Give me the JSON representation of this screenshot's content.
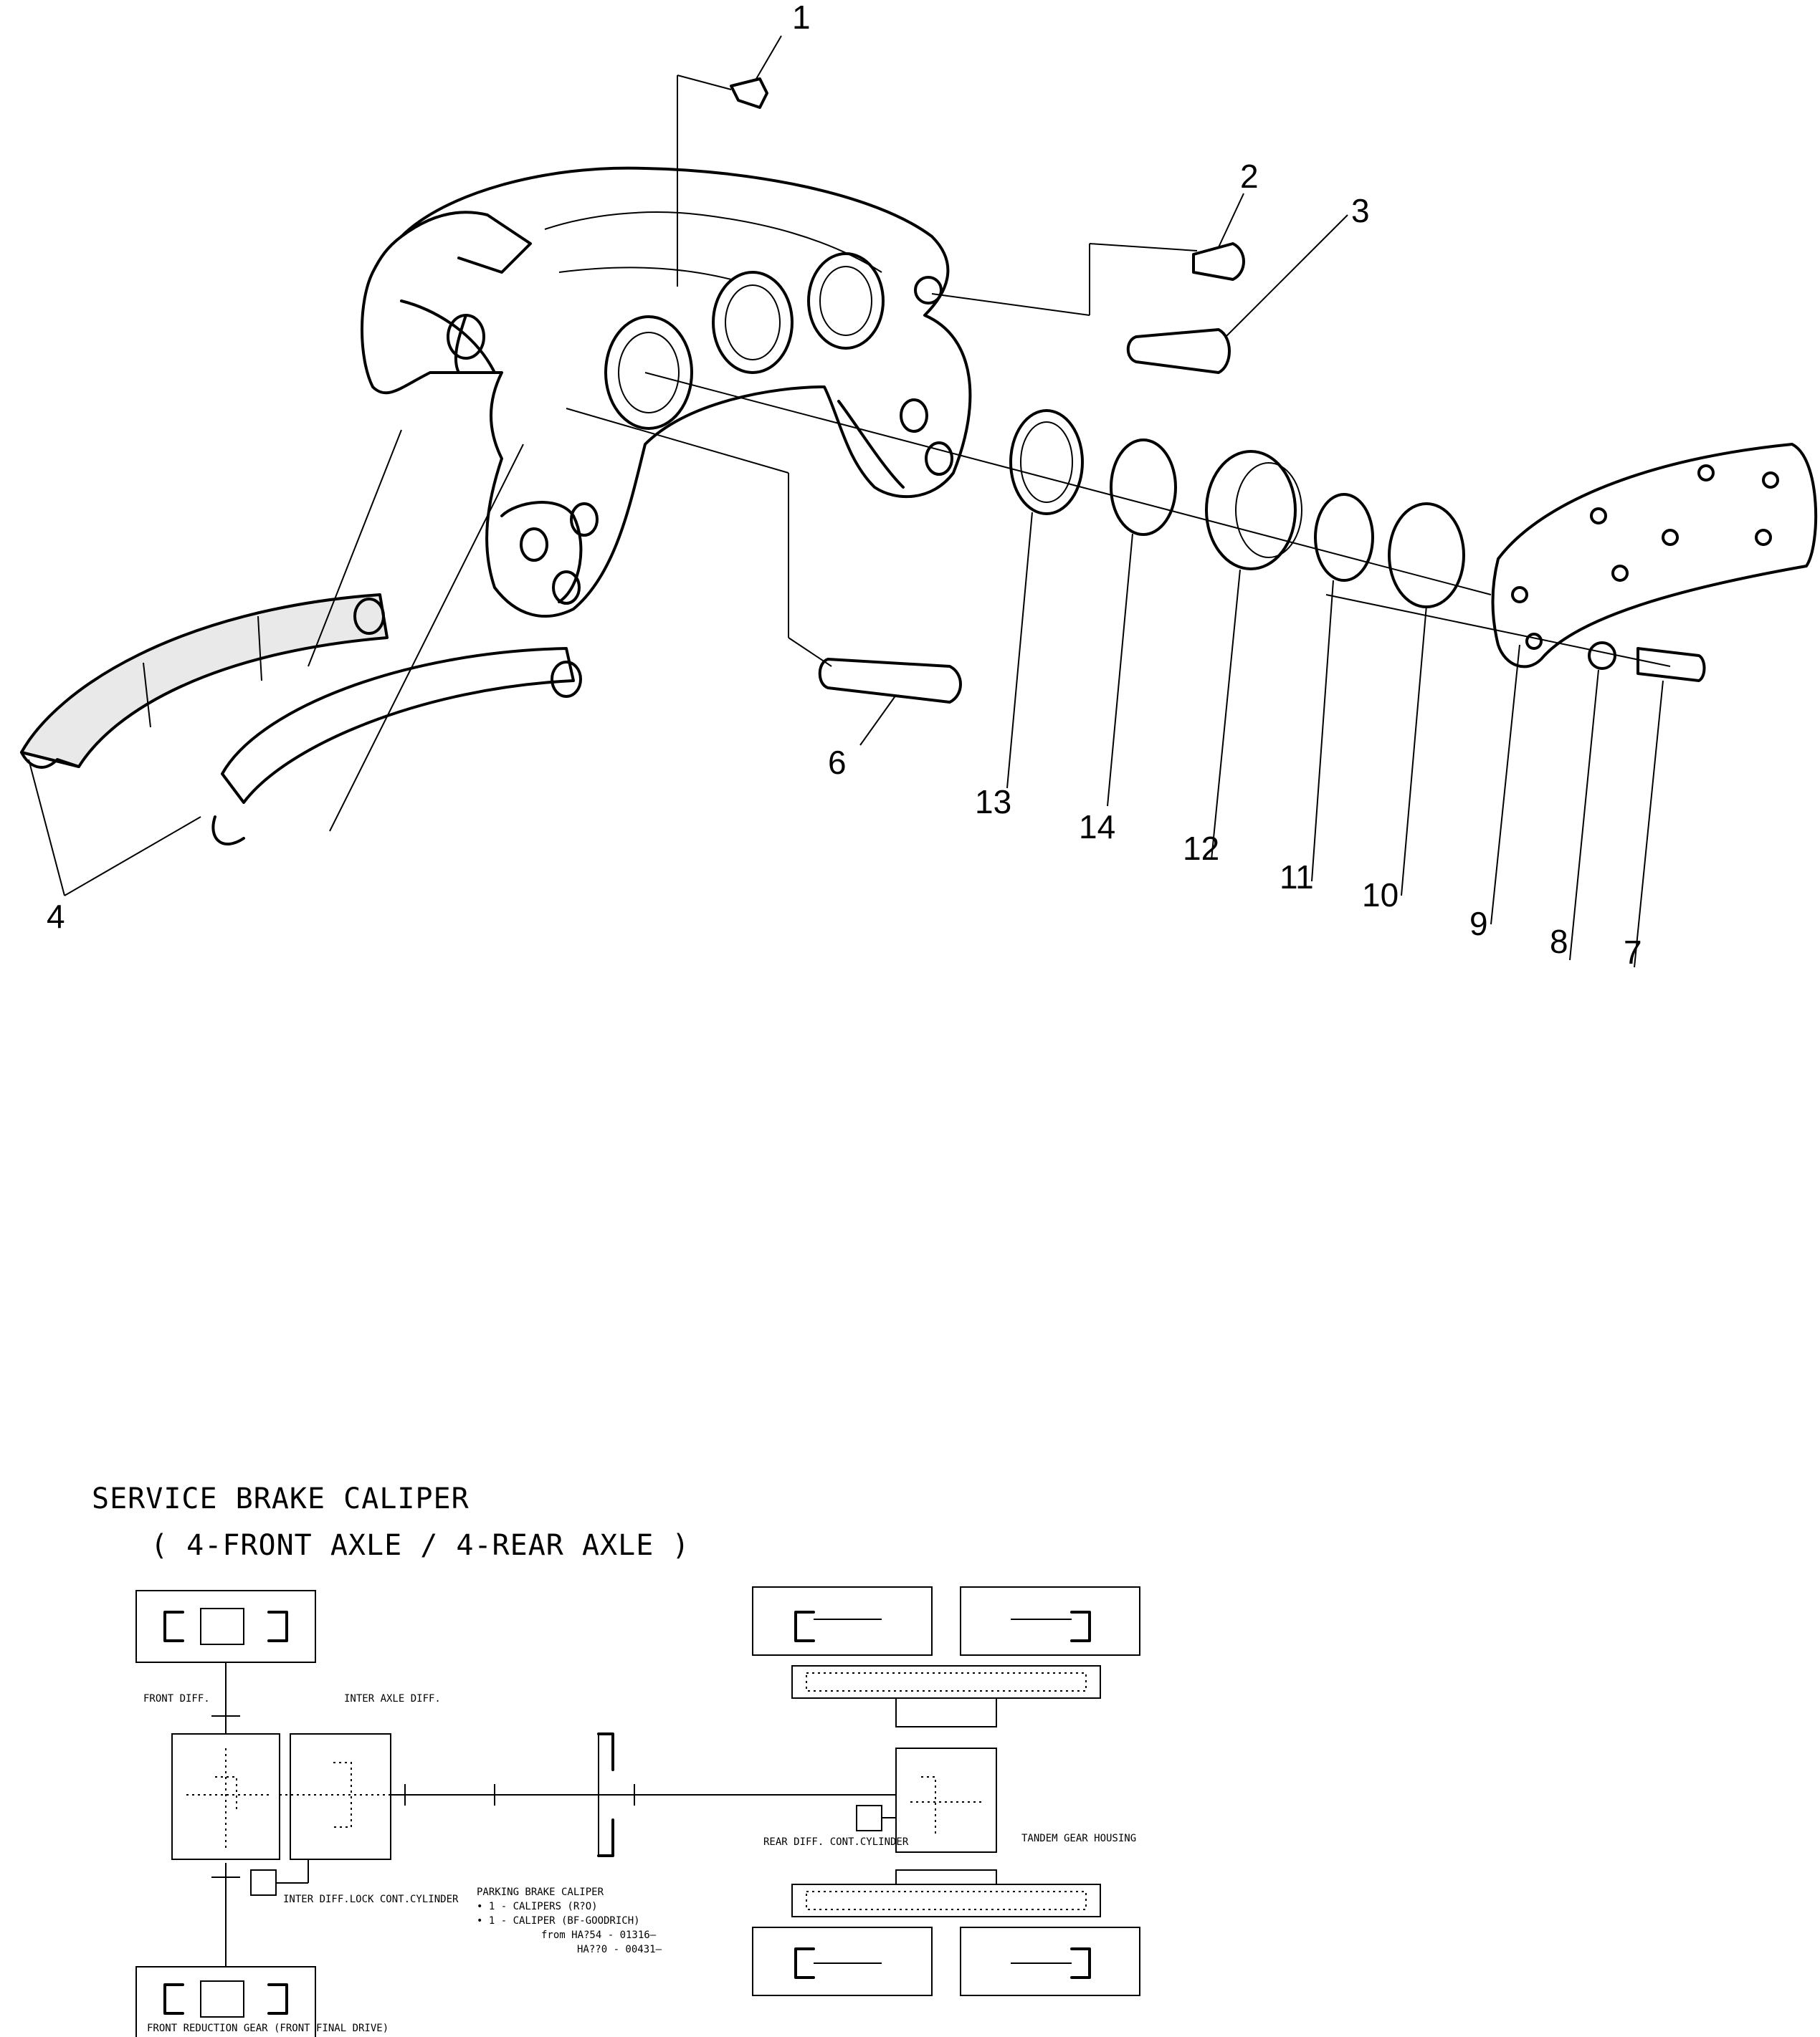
{
  "diagram": {
    "title_line1": "SERVICE BRAKE CALIPER",
    "title_line2": "( 4-FRONT AXLE / 4-REAR AXLE )",
    "callouts": [
      "1",
      "2",
      "3",
      "4",
      "6",
      "7",
      "8",
      "9",
      "10",
      "11",
      "12",
      "13",
      "14"
    ],
    "schematic_labels": {
      "front_diff": "FRONT DIFF.",
      "inter_axle_diff": "INTER AXLE DIFF.",
      "inter_diff_lock": "INTER DIFF.LOCK CONT.CYLINDER",
      "front_reduction_gear": "FRONT REDUCTION GEAR (FRONT FINAL DRIVE)",
      "parking_brake_caliper": "PARKING BRAKE CALIPER",
      "parking_line1": "• 1 - CALIPERS (R?O)",
      "parking_line2": "• 1 - CALIPER (BF-GOODRICH)",
      "parking_line3": "from HA?54 - 01316—",
      "parking_line4": "HA??0 - 00431—",
      "rear_diff_cyl": "REAR DIFF. CONT.CYLINDER",
      "tandem_gear_housing": "TANDEM GEAR HOUSING"
    }
  }
}
